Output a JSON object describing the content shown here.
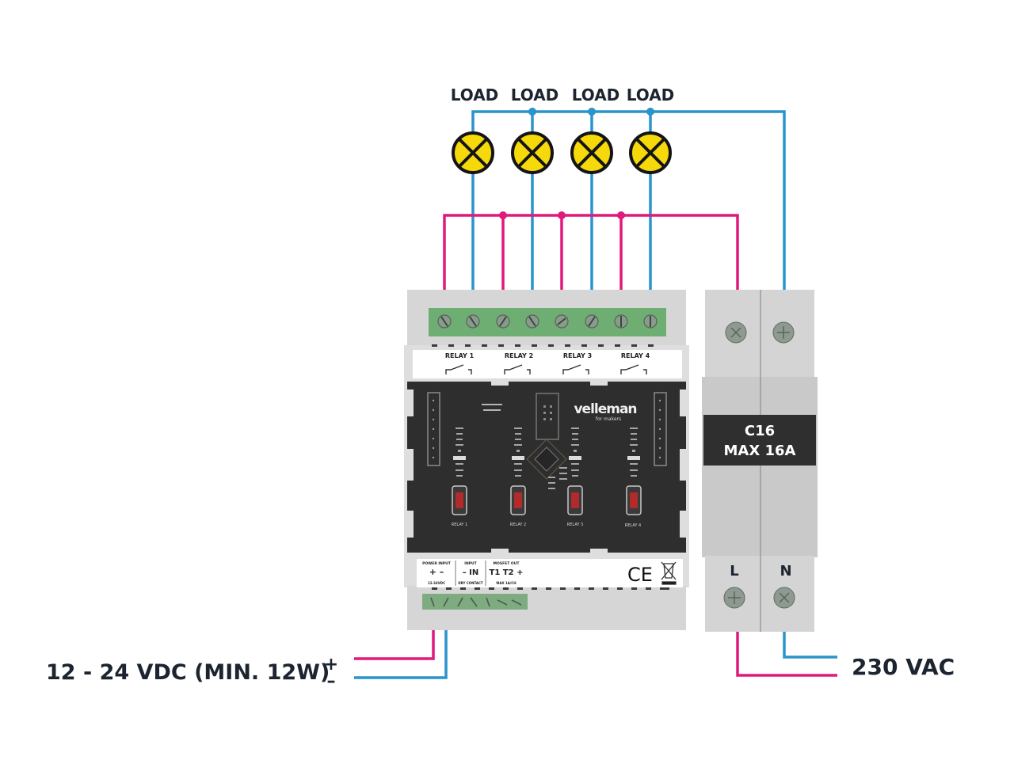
{
  "loads": [
    {
      "label": "LOAD"
    },
    {
      "label": "LOAD"
    },
    {
      "label": "LOAD"
    },
    {
      "label": "LOAD"
    }
  ],
  "module": {
    "relays": [
      {
        "label": "RELAY 1",
        "button_label": "RELAY 1"
      },
      {
        "label": "RELAY 2",
        "button_label": "RELAY 2"
      },
      {
        "label": "RELAY 3",
        "button_label": "RELAY 3"
      },
      {
        "label": "RELAY 4",
        "button_label": "RELAY 4"
      }
    ],
    "brand": "velleman",
    "brand_sub": "for makers",
    "bottom_sections": [
      {
        "title": "POWER INPUT",
        "symbols": "+  –",
        "sub": "12-24VDC"
      },
      {
        "title": "INPUT",
        "symbols": "–  IN",
        "sub": "DRY CONTACT"
      },
      {
        "title": "MOSFET OUT",
        "symbols": "T1  T2  +",
        "sub": "MAX 1A/CH"
      }
    ],
    "ce_mark": "CE"
  },
  "breaker": {
    "rating": "C16",
    "max": "MAX 16A",
    "terminal_l": "L",
    "terminal_n": "N"
  },
  "supply": {
    "dc_label": "12 - 24 VDC (MIN. 12W)",
    "dc_plus": "+",
    "dc_minus": "–",
    "ac_label": "230 VAC"
  },
  "colors": {
    "live_wire": "#e0197d",
    "neutral_wire": "#2a94cc",
    "lamp_fill": "#f5d90a",
    "terminal_green": "#6fae72",
    "module_grey": "#d6d6d6",
    "panel_dark": "#2e2e2e",
    "breaker_grey": "#cfcfcf",
    "breaker_label_bg": "#2f2f2f"
  }
}
